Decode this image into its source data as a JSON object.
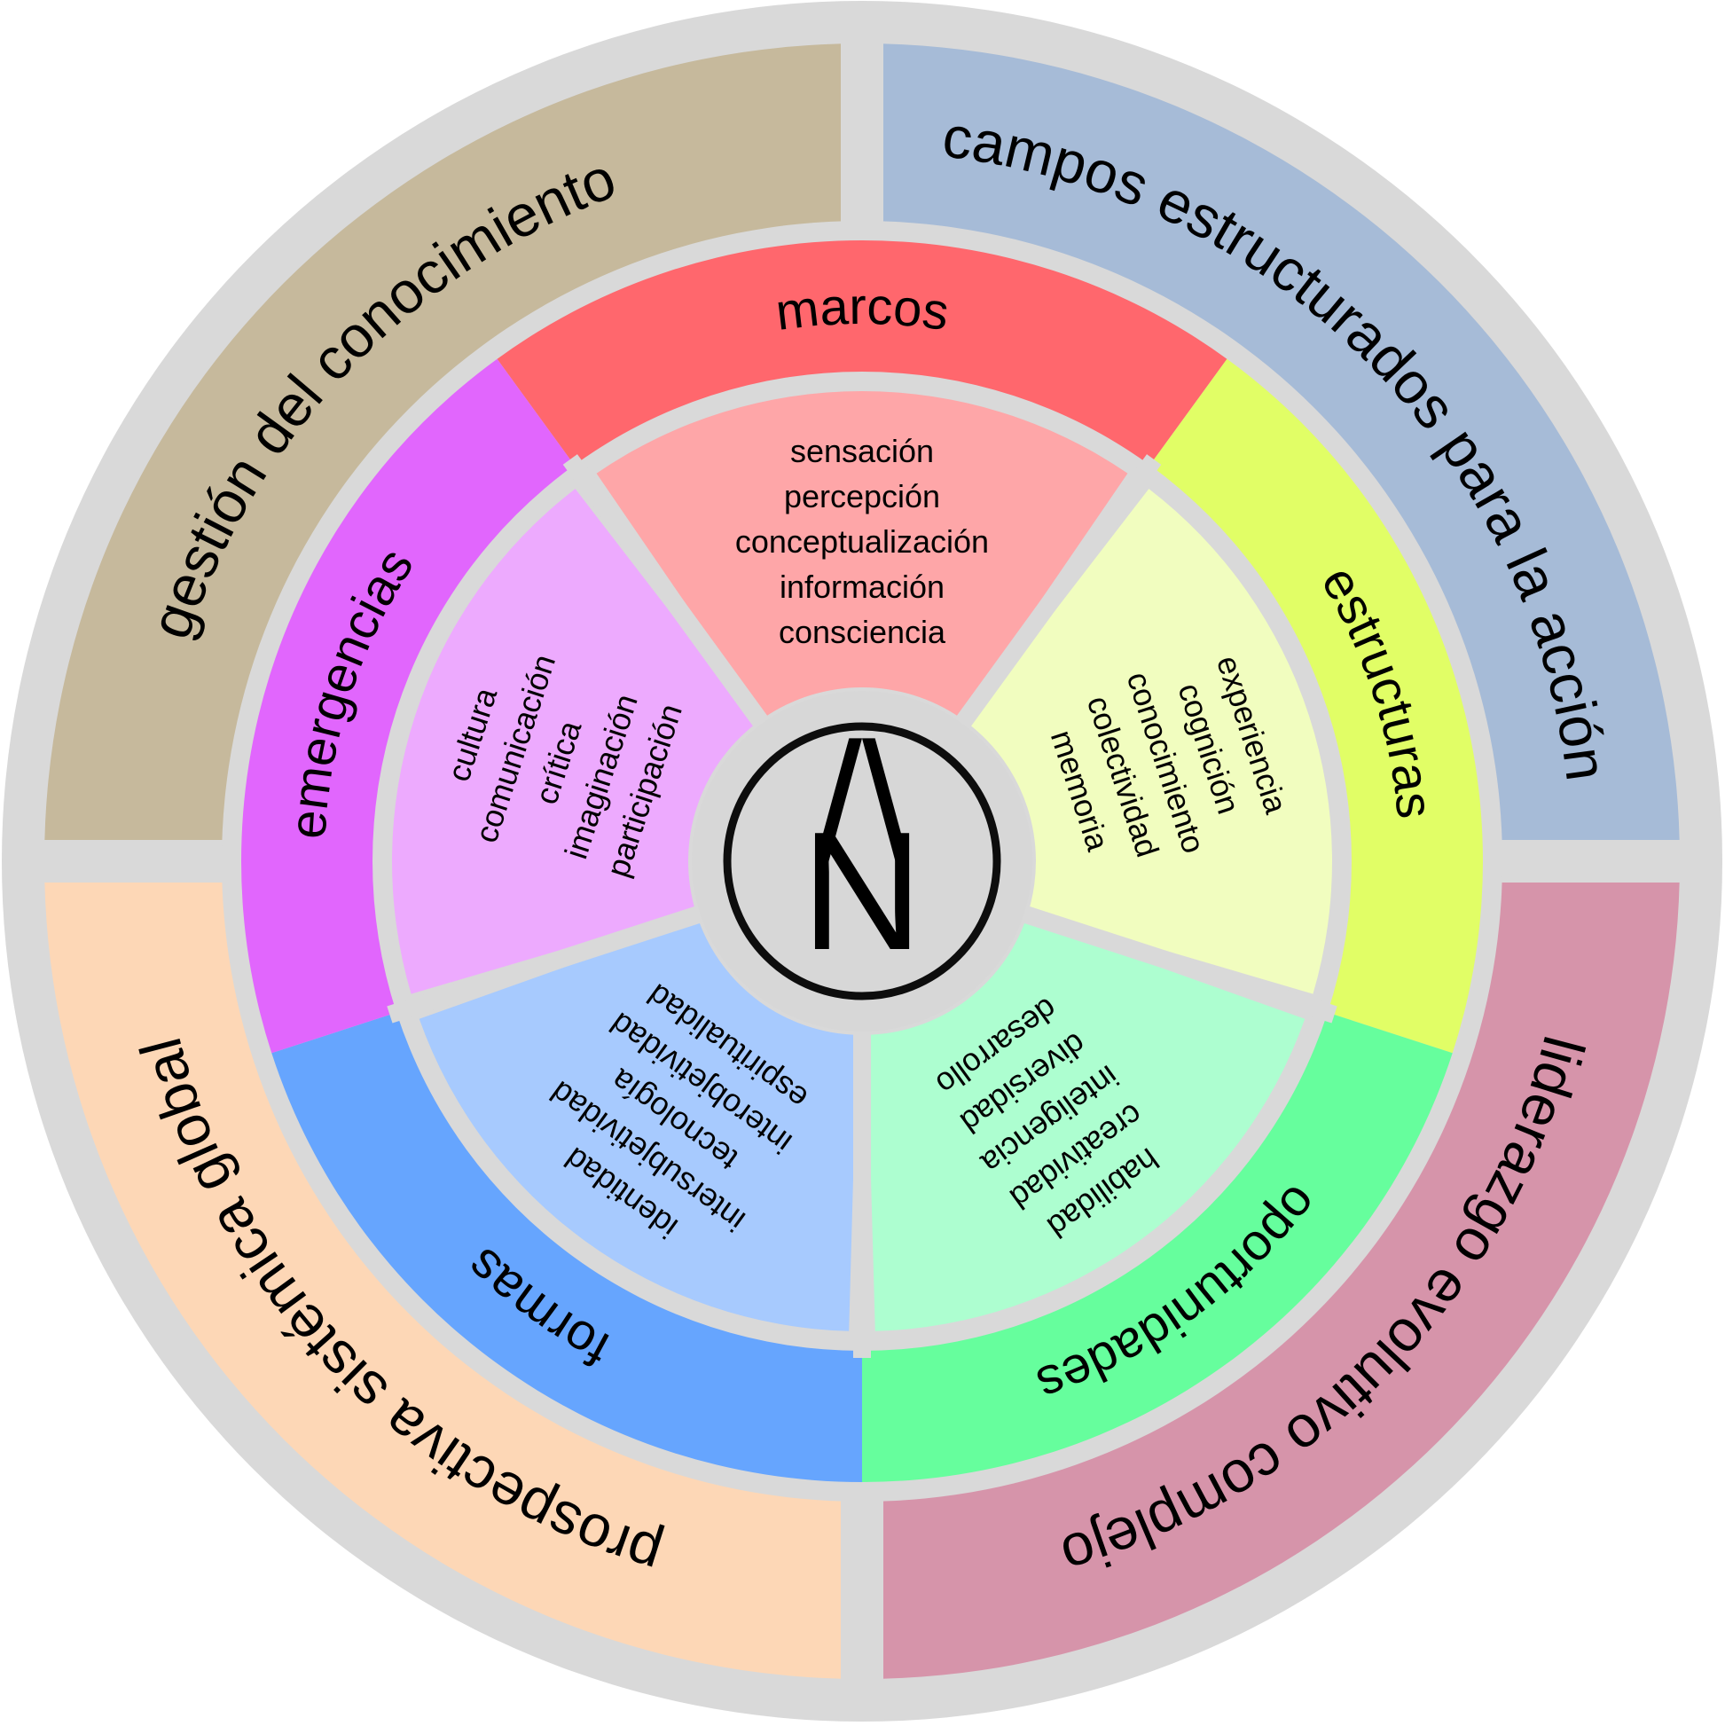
{
  "colors": {
    "ring_bg": "#d9d9d9",
    "center_bg": "#d7d7d7",
    "emblem_stroke": "#0d0d0d"
  },
  "outer_quadrants": [
    {
      "key": "top-left",
      "label": "gestión del conocimiento",
      "color": "#c6b99c"
    },
    {
      "key": "top-right",
      "label": "campos estructurados para la acción",
      "color": "#a6bbd7"
    },
    {
      "key": "bottom-right",
      "label": "liderazgo evolutivo complejo",
      "color": "#d694aa"
    },
    {
      "key": "bottom-left",
      "label": "prospectiva sistémica global",
      "color": "#fdd7b6"
    }
  ],
  "middle_segments": [
    {
      "key": "marcos",
      "label": "marcos",
      "color": "#ff676d"
    },
    {
      "key": "estructuras",
      "label": "estructuras",
      "color": "#e1fe66"
    },
    {
      "key": "oportunidades",
      "label": "oportunidades",
      "color": "#66fe9d"
    },
    {
      "key": "formas",
      "label": "formas",
      "color": "#66a5fe"
    },
    {
      "key": "emergencias",
      "label": "emergencias",
      "color": "#e166fd"
    }
  ],
  "inner_segments": [
    {
      "key": "marcos",
      "color": "#fea6a8",
      "items": [
        "sensación",
        "percepción",
        "conceptualización",
        "información",
        "consciencia"
      ]
    },
    {
      "key": "estructuras",
      "color": "#f1fdbf",
      "items": [
        "experiencia",
        "cognición",
        "conocimiento",
        "colectividad",
        "memoria"
      ]
    },
    {
      "key": "oportunidades",
      "color": "#adfed0",
      "items": [
        "habilidad",
        "creatividad",
        "inteligencia",
        "diversidad",
        "desarrollo"
      ]
    },
    {
      "key": "formas",
      "color": "#a7cafe",
      "items": [
        "identidad",
        "intersubjetividad",
        "tecnología",
        "interobjetividad",
        "espiritualidad"
      ]
    },
    {
      "key": "emergencias",
      "color": "#edaafe",
      "items": [
        "cultura",
        "comunicación",
        "crítica",
        "imaginación",
        "participación"
      ]
    }
  ],
  "center_emblem": {
    "symbol_top": "/\\",
    "symbol_bottom": "N"
  }
}
